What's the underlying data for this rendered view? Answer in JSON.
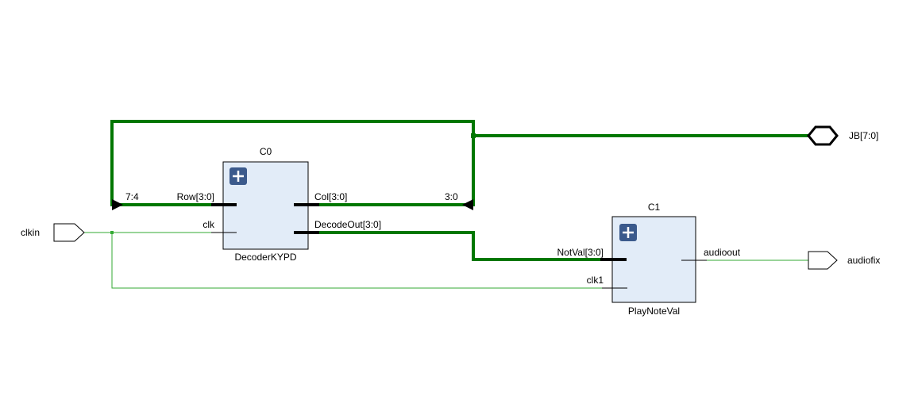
{
  "ports": {
    "clkin": "clkin",
    "jb": "JB[7:0]",
    "audiofix": "audiofix"
  },
  "blocks": {
    "c0": {
      "instance": "C0",
      "module": "DecoderKYPD",
      "pins": {
        "row": "Row[3:0]",
        "clk": "clk",
        "col": "Col[3:0]",
        "decodeout": "DecodeOut[3:0]"
      }
    },
    "c1": {
      "instance": "C1",
      "module": "PlayNoteVal",
      "pins": {
        "notval": "NotVal[3:0]",
        "clk1": "clk1",
        "audioout": "audioout"
      }
    }
  },
  "bus_taps": {
    "row_slice": "7:4",
    "col_slice": "3:0"
  },
  "colors": {
    "bus": "#007700",
    "wire": "#33aa33",
    "block_fill": "#e2ecf8",
    "expand_icon": "#3b5a8c"
  }
}
